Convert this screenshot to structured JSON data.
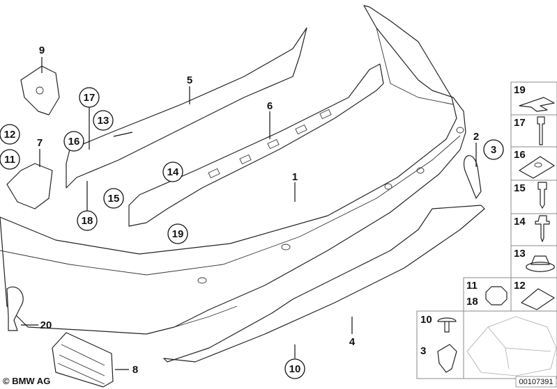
{
  "diagram": {
    "copyright": "© BMW AG",
    "drawing_number": "00107391",
    "callouts_circled": [
      "17",
      "13",
      "16",
      "12",
      "11",
      "14",
      "15",
      "18",
      "19",
      "3",
      "10"
    ],
    "labels_plain": [
      "9",
      "5",
      "6",
      "7",
      "1",
      "2",
      "4",
      "8",
      "20"
    ],
    "parts_legend": [
      {
        "number": "19",
        "name": "clip-icon"
      },
      {
        "number": "17",
        "name": "bolt-icon"
      },
      {
        "number": "16",
        "name": "clip-nut-icon"
      },
      {
        "number": "15",
        "name": "screw-icon"
      },
      {
        "number": "14",
        "name": "collar-screw-icon"
      },
      {
        "number": "13",
        "name": "flange-nut-icon"
      },
      {
        "number": "11",
        "number2": "18",
        "name": "hex-nut-icon"
      },
      {
        "number": "12",
        "name": "clip-nut-icon"
      },
      {
        "number": "10",
        "number2": "3",
        "name": "expanding-rivet-icon"
      }
    ]
  }
}
